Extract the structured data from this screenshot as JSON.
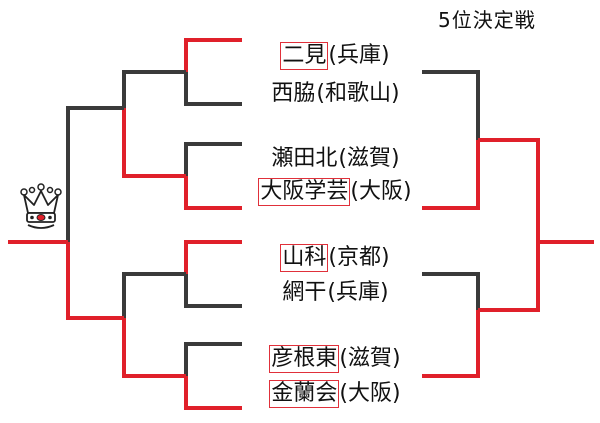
{
  "title": "5位決定戦",
  "colors": {
    "winner_line": "#e0202a",
    "loser_line": "#3a3a3a",
    "name_box": "#e0303a",
    "text": "#111111"
  },
  "teams": [
    {
      "name": "二見",
      "pref": "(兵庫)",
      "boxed": true
    },
    {
      "name": "西脇",
      "pref": "(和歌山)",
      "boxed": false
    },
    {
      "name": "瀬田北",
      "pref": "(滋賀)",
      "boxed": false
    },
    {
      "name": "大阪学芸",
      "pref": "(大阪)",
      "boxed": true
    },
    {
      "name": "山科",
      "pref": "(京都)",
      "boxed": true
    },
    {
      "name": "網干",
      "pref": "(兵庫)",
      "boxed": false
    },
    {
      "name": "彦根東",
      "pref": "(滋賀)",
      "boxed": true
    },
    {
      "name": "金蘭会",
      "pref": "(大阪)",
      "boxed": true
    }
  ],
  "crown_icon": "crown-icon"
}
